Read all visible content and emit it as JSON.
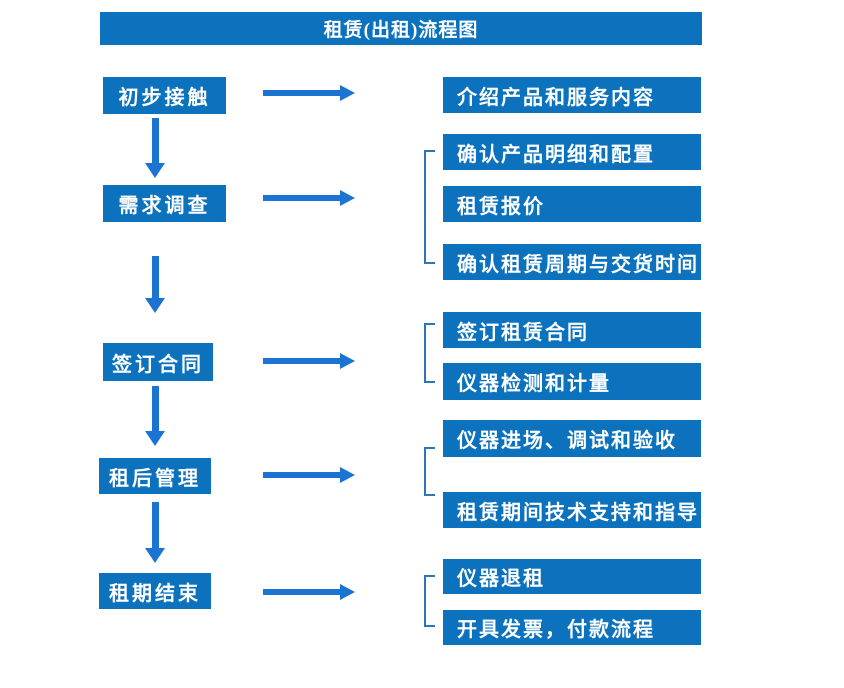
{
  "title": "租赁(出租)流程图",
  "colors": {
    "box_fill": "#0C72BE",
    "arrow": "#1B74D2",
    "bracket": "#2E75B6",
    "box_text": "#FFFFFF",
    "background": "#FFFFFF"
  },
  "stages": [
    {
      "label": "初步接触",
      "details": [
        "介绍产品和服务内容"
      ]
    },
    {
      "label": "需求调查",
      "details": [
        "确认产品明细和配置",
        "租赁报价",
        "确认租赁周期与交货时间"
      ]
    },
    {
      "label": "签订合同",
      "details": [
        "签订租赁合同",
        "仪器检测和计量"
      ]
    },
    {
      "label": "租后管理",
      "details": [
        "仪器进场、调试和验收",
        "租赁期间技术支持和指导"
      ]
    },
    {
      "label": "租期结束",
      "details": [
        "仪器退租",
        "开具发票，付款流程"
      ]
    }
  ]
}
